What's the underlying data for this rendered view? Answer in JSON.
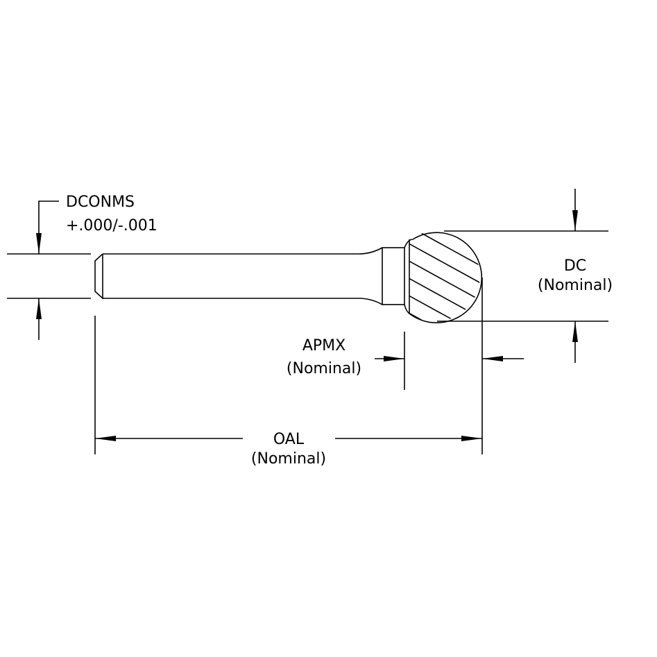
{
  "labels": {
    "dconms": "DCONMS",
    "dconms_tol": "+.000/-.001",
    "dc": "DC",
    "dc_note": "(Nominal)",
    "apmx": "APMX",
    "apmx_note": "(Nominal)",
    "oal": "OAL",
    "oal_note": "(Nominal)"
  },
  "colors": {
    "line": "#000000",
    "background": "#ffffff"
  }
}
